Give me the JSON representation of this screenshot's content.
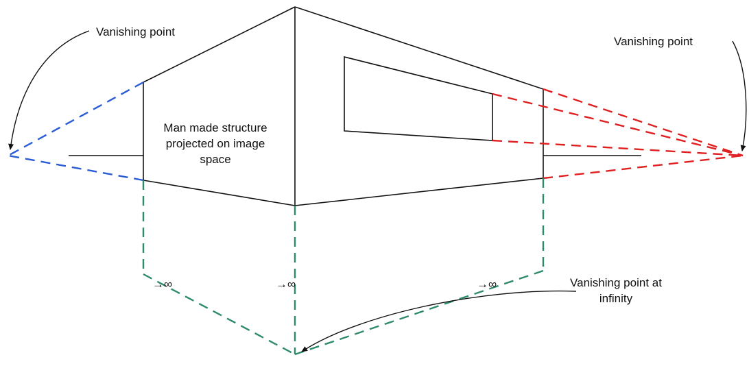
{
  "labels": {
    "vp_left": "Vanishing point",
    "vp_right": "Vanishing point",
    "structure_line1": "Man made structure",
    "structure_line2": "projected on image",
    "structure_line3": "space",
    "vp_infinity_line1": "Vanishing point at",
    "vp_infinity_line2": "infinity",
    "infinity_mark_left": "→∞",
    "infinity_mark_center": "→∞",
    "infinity_mark_right": "→∞"
  },
  "colors": {
    "outline": "#111111",
    "left_vanishing_lines": "#2a5cd6",
    "right_vanishing_lines": "#e02020",
    "vertical_vanishing_lines": "#2e8b6a"
  }
}
